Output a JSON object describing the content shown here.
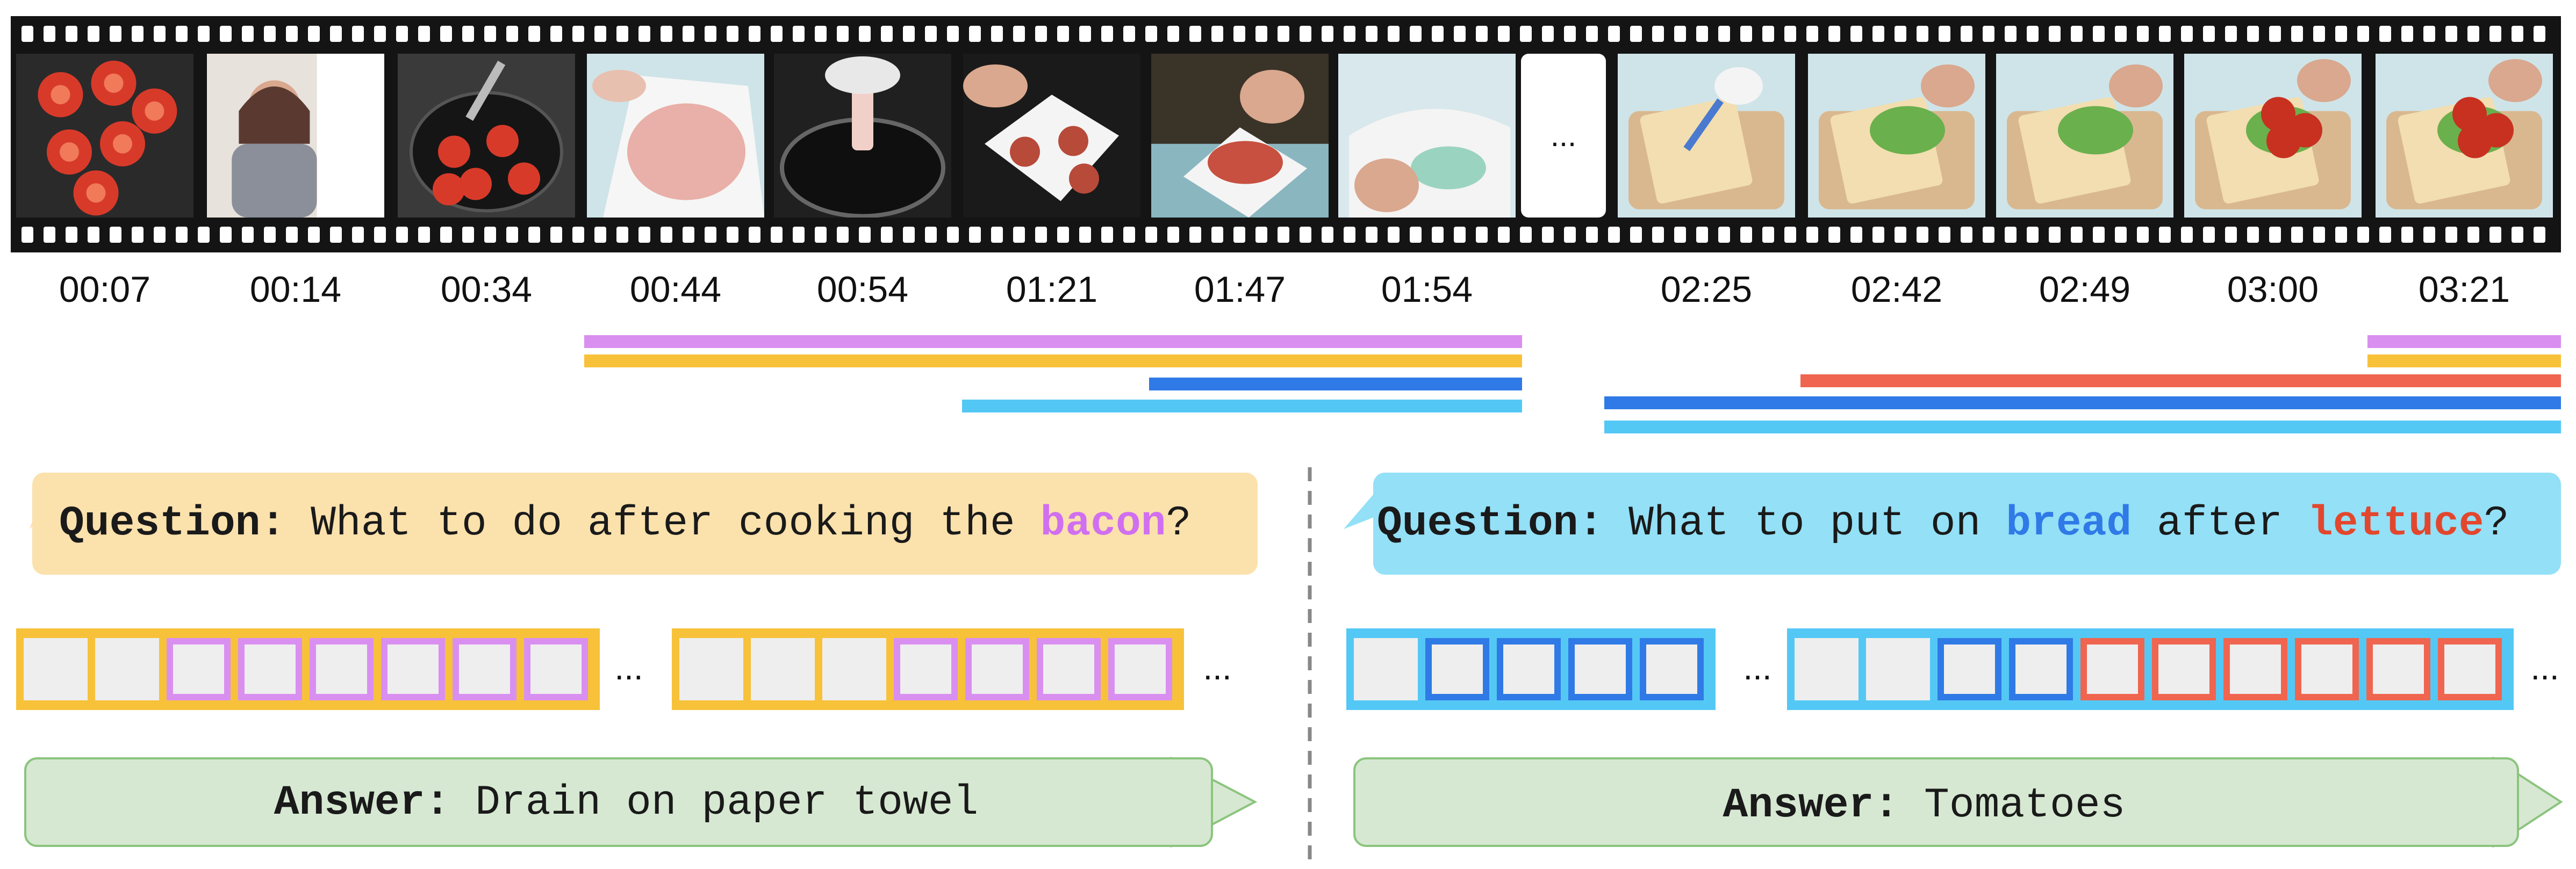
{
  "filmstrip": {
    "frames": [
      {
        "time": "00:07",
        "scene": "tomato-slices-icon",
        "bg": "#2a2a2a",
        "accent": "#d83a2a"
      },
      {
        "time": "00:14",
        "scene": "presenter-icon",
        "bg": "#e8e2dc",
        "accent": "#5a3a30"
      },
      {
        "time": "00:34",
        "scene": "pan-tomatoes-icon",
        "bg": "#3a3a3a",
        "accent": "#d83a2a"
      },
      {
        "time": "00:44",
        "scene": "bacon-hands-icon",
        "bg": "#cfe4e8",
        "accent": "#e8b0a8"
      },
      {
        "time": "00:54",
        "scene": "bacon-pan-icon",
        "bg": "#202020",
        "accent": "#f0d0c8"
      },
      {
        "time": "01:21",
        "scene": "bacon-towel-icon",
        "bg": "#1a1a1a",
        "accent": "#f4f4f4"
      },
      {
        "time": "01:47",
        "scene": "bacon-board-icon",
        "bg": "#3a3328",
        "accent": "#c85040"
      },
      {
        "time": "01:54",
        "scene": "paper-towel-icon",
        "bg": "#d8e8ec",
        "accent": "#f4f4f4"
      },
      {
        "time": "02:25",
        "scene": "bread-spread-icon",
        "bg": "#cfe4e8",
        "accent": "#f2deb0"
      },
      {
        "time": "02:42",
        "scene": "bread-lettuce-icon",
        "bg": "#cfe4e8",
        "accent": "#6ab04c"
      },
      {
        "time": "02:49",
        "scene": "bread-lettuce-icon",
        "bg": "#cfe4e8",
        "accent": "#6ab04c"
      },
      {
        "time": "03:00",
        "scene": "bread-tomato-icon",
        "bg": "#cfe4e8",
        "accent": "#c83020"
      },
      {
        "time": "03:21",
        "scene": "bread-tomato-icon",
        "bg": "#cfe4e8",
        "accent": "#c83020"
      }
    ],
    "ellipsis": "..."
  },
  "colors": {
    "pink": "#d98ff0",
    "yellow": "#f7c23a",
    "blue": "#2f7ae6",
    "cyan": "#54c8f5",
    "red": "#f0654f",
    "left_bubble": "#fbe1ac",
    "right_bubble": "#93e0f7",
    "answer_bubble": "#d6e8d2",
    "answer_border": "#8cc47e"
  },
  "left": {
    "question_prefix": "Question:",
    "question_pre": " What to do after cooking the ",
    "question_keyword": "bacon",
    "question_post": "?",
    "answer_prefix": "Answer:",
    "answer_text": " Drain on paper towel",
    "tokens_group1": [
      "plain",
      "plain",
      "pink",
      "pink",
      "pink",
      "pink",
      "pink",
      "pink"
    ],
    "tokens_group2": [
      "plain",
      "plain",
      "plain",
      "pink",
      "pink",
      "pink",
      "pink"
    ],
    "ellipsis": "..."
  },
  "right": {
    "question_prefix": "Question:",
    "question_pre": " What to put on ",
    "question_keyword1": "bread",
    "question_mid": " after ",
    "question_keyword2": "lettuce",
    "question_post": "?",
    "answer_prefix": "Answer:",
    "answer_text": " Tomatoes",
    "tokens_group1": [
      "plain",
      "blue",
      "blue",
      "blue",
      "blue"
    ],
    "tokens_group2": [
      "plain",
      "plain",
      "blue",
      "blue",
      "red",
      "red",
      "red",
      "red",
      "red",
      "red"
    ],
    "ellipsis": "..."
  }
}
